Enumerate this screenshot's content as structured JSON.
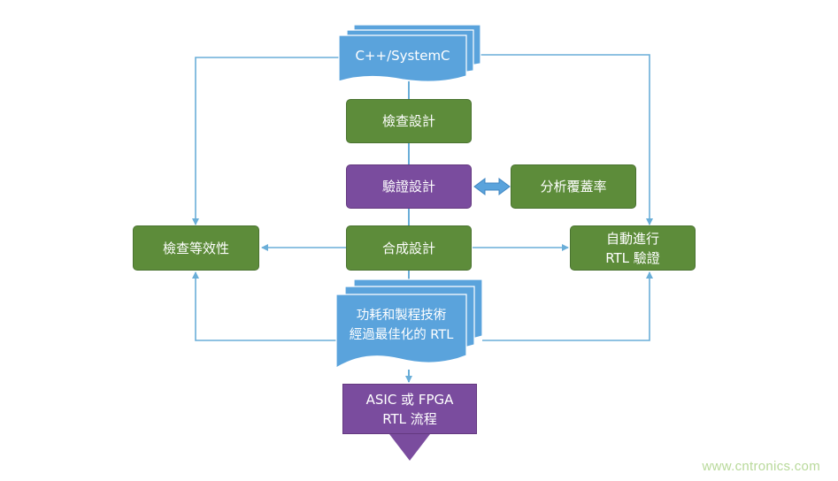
{
  "source_doc": {
    "label": "C++/SystemC"
  },
  "check_design": {
    "label": "檢查設計"
  },
  "verify_design": {
    "label": "驗證設計"
  },
  "coverage": {
    "label": "分析覆蓋率"
  },
  "synthesis": {
    "label": "合成設計"
  },
  "equivalence": {
    "label": "檢查等效性"
  },
  "auto_rtl_verify": {
    "line1": "自動進行",
    "line2": "RTL 驗證"
  },
  "optimized_rtl": {
    "line1": "功耗和製程技術",
    "line2": "經過最佳化的 RTL"
  },
  "asic_flow": {
    "line1": "ASIC 或 FPGA",
    "line2": "RTL 流程"
  },
  "watermark": "www.cntronics.com",
  "colors": {
    "green": "#5d8c3a",
    "purple": "#7a4c9e",
    "doc_blue": "#5aa3dc",
    "connector": "#6aaed8"
  }
}
